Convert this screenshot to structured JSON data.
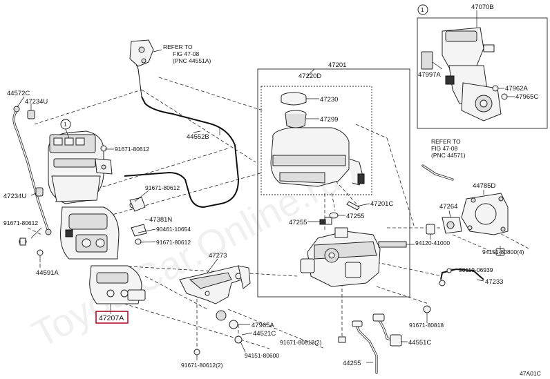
{
  "diagram": {
    "watermark": "ToyotaCar.Online.ru",
    "corner_code": "47A01C",
    "highlighted_part": "47207A",
    "refs": [
      {
        "line1": "REFER TO",
        "line2": "FIG 47-08",
        "line3": "(PNC 44551A)"
      },
      {
        "line1": "REFER TO",
        "line2": "FIG 47-08",
        "line3": "(PNC 44571)"
      }
    ],
    "callouts": {
      "c1": "1",
      "c2": "1"
    },
    "labels": {
      "l44572C": "44572C",
      "l47234U": "47234U",
      "l91671_80612_a": "91671-80612",
      "l44552B": "44552B",
      "l47234U_b": "47234U",
      "l91671_80612_b": "91671-80612",
      "l47381N": "47381N",
      "l91671_80612_c": "91671-80612",
      "l90461_10654": "90461-10654",
      "l91671_80612_d": "91671-80612",
      "l44591A": "44591A",
      "l47207A": "47207A",
      "l47273": "47273",
      "l47965A": "47965A",
      "l44521C": "44521C",
      "l94151_80600": "94151-80600",
      "l91671_80612_2": "91671-80612(2)",
      "l47201": "47201",
      "l47220D": "47220D",
      "l47230": "47230",
      "l47299": "47299",
      "l47201C": "47201C",
      "l47255_a": "47255",
      "l47255_b": "47255",
      "l91671_80818": "91671-80818",
      "l91671_80818_2": "91671-80818(2)",
      "l44551C": "44551C",
      "l44255": "44255",
      "l47070B": "47070B",
      "l47997A": "47997A",
      "l47962A": "47962A",
      "l47965C": "47965C",
      "l44785D": "44785D",
      "l47264": "47264",
      "l94120_41000": "94120-41000",
      "l94151_80800_4": "94151-80800(4)",
      "l90119_06939": "90119-06939",
      "l47233": "47233"
    }
  }
}
